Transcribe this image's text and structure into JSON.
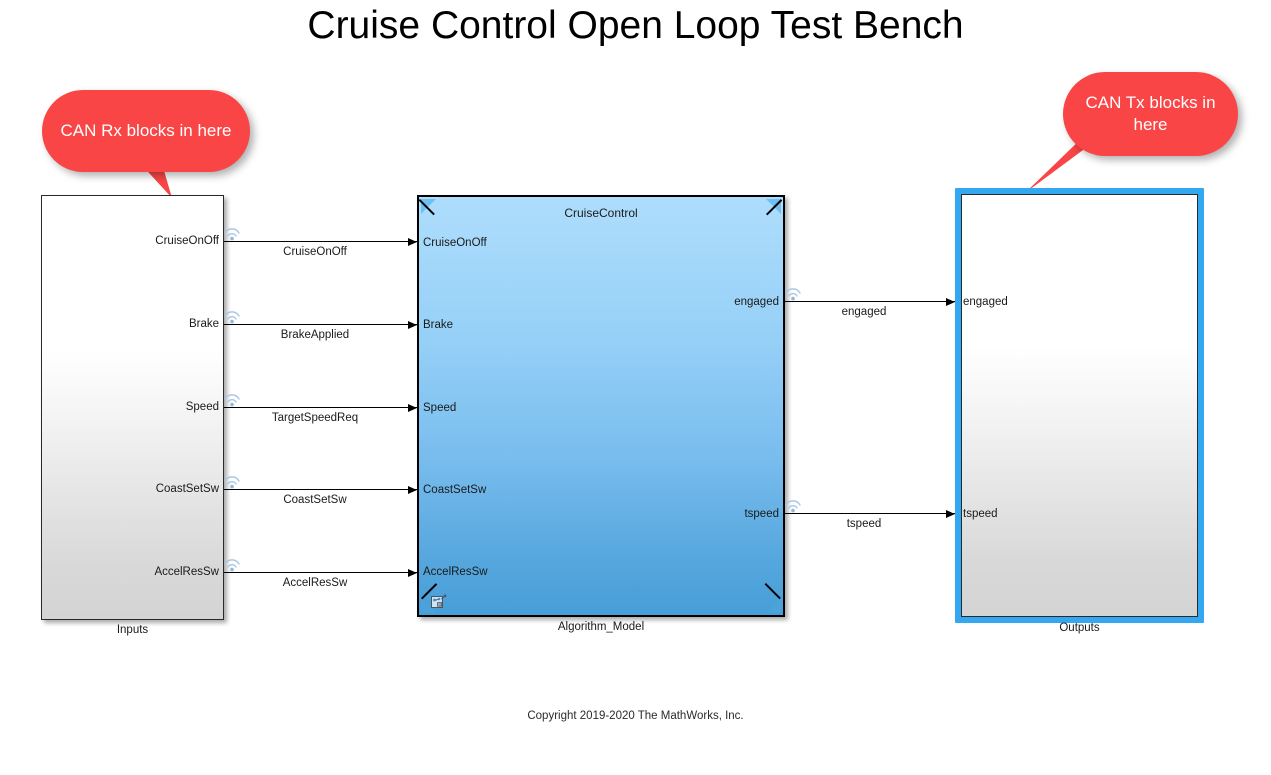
{
  "title": "Cruise Control Open Loop Test Bench",
  "copyright": "Copyright 2019-2020 The MathWorks, Inc.",
  "callouts": [
    {
      "id": "rx",
      "text": "CAN Rx blocks in here",
      "color": "#f94545"
    },
    {
      "id": "tx",
      "text": "CAN Tx blocks in here",
      "color": "#f94545"
    }
  ],
  "blocks": {
    "inputs": {
      "caption": "Inputs",
      "ports": [
        {
          "name": "CruiseOnOff",
          "icon": "wireless-signal-icon"
        },
        {
          "name": "Brake",
          "icon": "wireless-signal-icon"
        },
        {
          "name": "Speed",
          "icon": "wireless-signal-icon"
        },
        {
          "name": "CoastSetSw",
          "icon": "wireless-signal-icon"
        },
        {
          "name": "AccelResSw",
          "icon": "wireless-signal-icon"
        }
      ]
    },
    "algorithm": {
      "caption": "Algorithm_Model",
      "title": "CruiseControl",
      "badge_icon": "model-reference-badge-icon",
      "inports": [
        "CruiseOnOff",
        "Brake",
        "Speed",
        "CoastSetSw",
        "AccelResSw"
      ],
      "outports": [
        {
          "name": "engaged",
          "icon": "wireless-signal-icon"
        },
        {
          "name": "tspeed",
          "icon": "wireless-signal-icon"
        }
      ],
      "fill_top": "#aeddfc",
      "fill_bottom": "#479ed7"
    },
    "outputs": {
      "caption": "Outputs",
      "highlight_color": "#33a8f0",
      "ports": [
        "engaged",
        "tspeed"
      ]
    }
  },
  "signals": {
    "inputs_to_algorithm": [
      {
        "label": "CruiseOnOff"
      },
      {
        "label": "BrakeApplied"
      },
      {
        "label": "TargetSpeedReq"
      },
      {
        "label": "CoastSetSw"
      },
      {
        "label": "AccelResSw"
      }
    ],
    "algorithm_to_outputs": [
      {
        "label": "engaged"
      },
      {
        "label": "tspeed"
      }
    ]
  }
}
